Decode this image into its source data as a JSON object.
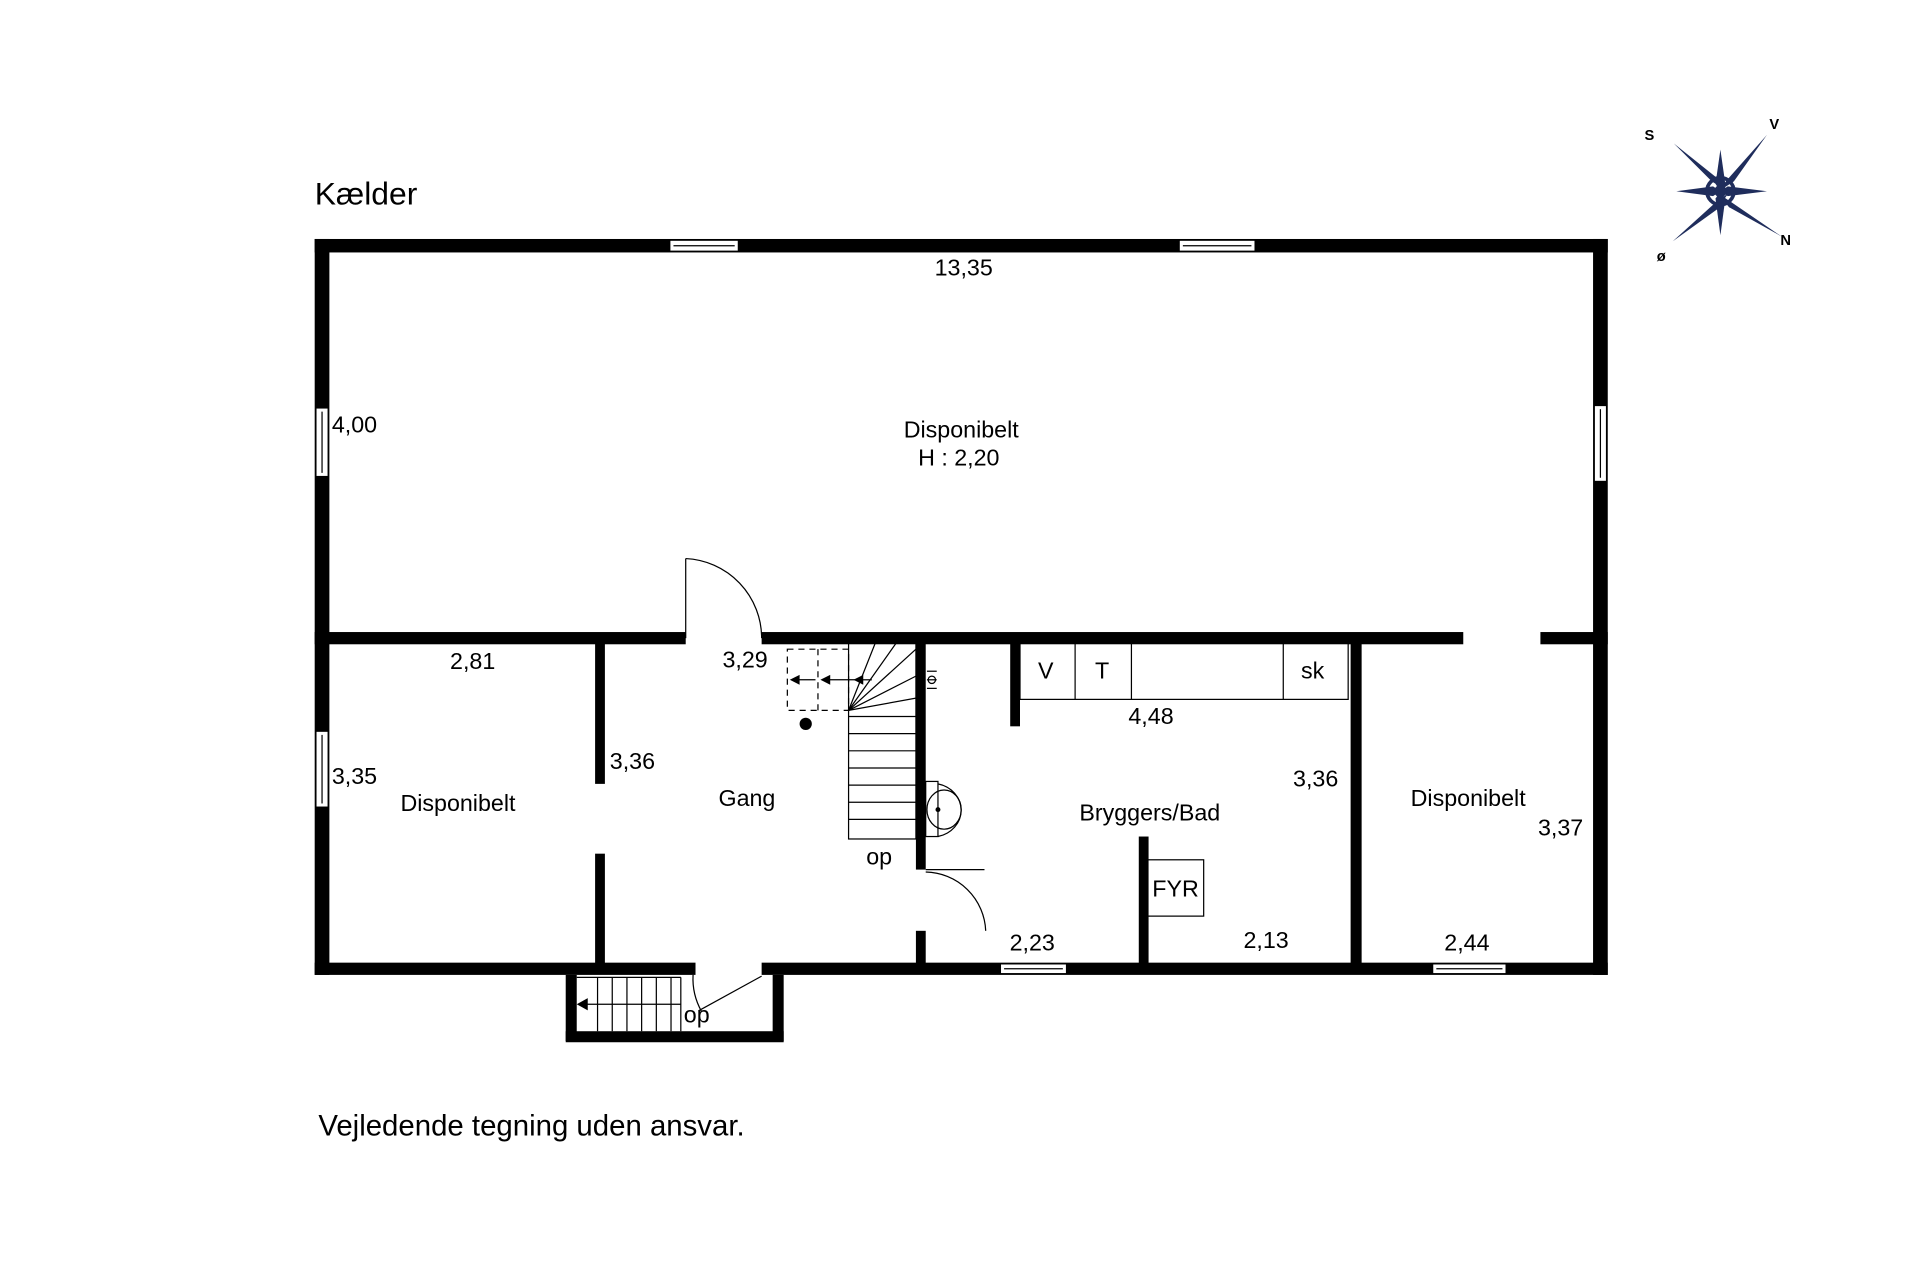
{
  "floor_title": "Kælder",
  "disclaimer": "Vejledende tegning uden ansvar.",
  "compass": {
    "s": "S",
    "v": "V",
    "n": "N",
    "o": "ø",
    "accent": "#1f2d5c"
  },
  "rooms": {
    "main_storage": {
      "label": "Disponibelt",
      "height": "H : 2,20"
    },
    "left_storage": {
      "label": "Disponibelt"
    },
    "hall": {
      "label": "Gang"
    },
    "utility_bath": {
      "label": "Bryggers/Bad"
    },
    "right_storage": {
      "label": "Disponibelt"
    }
  },
  "fixtures": {
    "washer": "V",
    "dryer": "T",
    "cabinet": "sk",
    "boiler": "FYR"
  },
  "stairs": {
    "inner_label": "op",
    "outer_label": "op"
  },
  "dimensions": {
    "main_width": "13,35",
    "main_depth": "4,00",
    "left_width": "2,81",
    "left_depth": "3,35",
    "hall_depth": "3,36",
    "hall_width": "3,29",
    "utility_top": "4,48",
    "utility_depth": "3,36",
    "utility_bottom_left": "2,23",
    "utility_bottom_right": "2,13",
    "right_width": "2,44",
    "right_depth": "3,37"
  }
}
